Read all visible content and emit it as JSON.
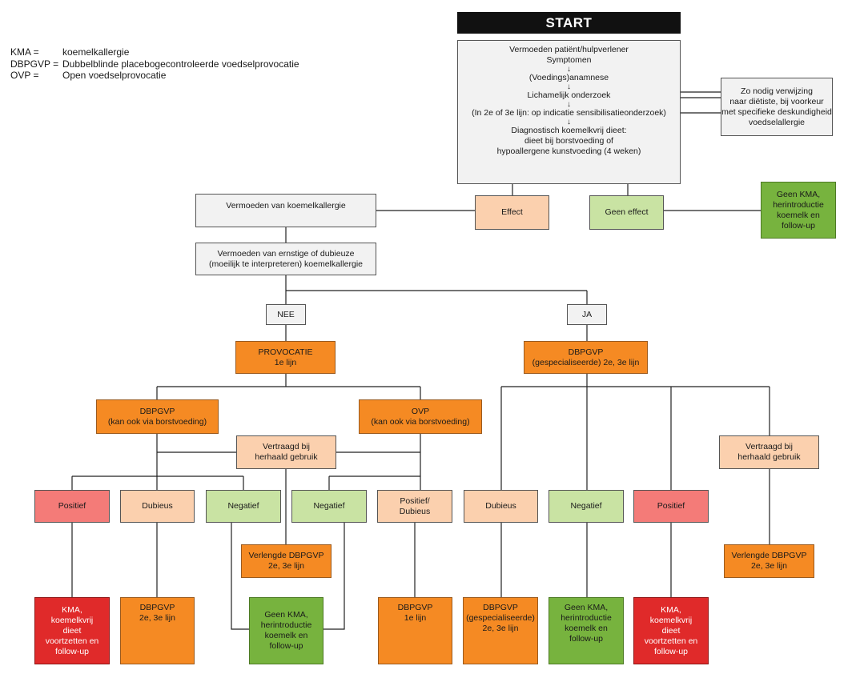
{
  "legend": [
    {
      "abbr": "KMA =",
      "desc": "koemelkallergie"
    },
    {
      "abbr": "DBPGVP =",
      "desc": "Dubbelblinde placebogecontroleerde voedselprovocatie"
    },
    {
      "abbr": "OVP =",
      "desc": "Open voedselprovocatie"
    }
  ],
  "start": {
    "title": "START",
    "lines": [
      "Vermoeden patiënt/hulpverlener",
      "Symptomen",
      "↓",
      "(Voedings)anamnese",
      "↓",
      "Lichamelijk onderzoek",
      "↓",
      "(In 2e of 3e lijn: op indicatie sensibilisatieonderzoek)",
      "↓",
      "Diagnostisch koemelkvrij dieet:",
      "dieet bij borstvoeding of",
      "hypoallergene kunstvoeding (4 weken)"
    ]
  },
  "dietist": [
    "Zo nodig verwijzing",
    "naar diëtiste, bij voorkeur",
    "met specifieke deskundigheid",
    "voedselallergie"
  ],
  "effect": "Effect",
  "geen_effect": "Geen effect",
  "geen_kma_top": [
    "Geen KMA,",
    "herintroductie",
    "koemelk en",
    "follow-up"
  ],
  "vermoeden": "Vermoeden van koemelkallergie",
  "ernstig": [
    "Vermoeden van ernstige of dubieuze",
    "(moeilijk te interpreteren) koemelkallergie"
  ],
  "nee": "NEE",
  "ja": "JA",
  "provocatie": [
    "PROVOCATIE",
    "1e lijn"
  ],
  "dbpgvp_spec": [
    "DBPGVP",
    "(gespecialiseerde) 2e, 3e lijn"
  ],
  "dbpgvp_left": [
    "DBPGVP",
    "(kan ook via borstvoeding)"
  ],
  "ovp": [
    "OVP",
    "(kan ook via borstvoeding)"
  ],
  "vertraagd_left": [
    "Vertraagd bij",
    "herhaald gebruik"
  ],
  "vertraagd_right": [
    "Vertraagd bij",
    "herhaald gebruik"
  ],
  "res": {
    "positief1": "Positief",
    "dubieus1": "Dubieus",
    "negatief1": "Negatief",
    "negatief2": "Negatief",
    "posdub": [
      "Positief/",
      "Dubieus"
    ],
    "dubieus2": "Dubieus",
    "negatief3": "Negatief",
    "positief2": "Positief"
  },
  "verlengde_left": [
    "Verlengde DBPGVP",
    "2e, 3e lijn"
  ],
  "verlengde_right": [
    "Verlengde DBPGVP",
    "2e, 3e lijn"
  ],
  "out": {
    "kma1": [
      "KMA,",
      "koemelkvrij",
      "dieet",
      "voortzetten en",
      "follow-up"
    ],
    "dbpgvp23": [
      "DBPGVP",
      "2e, 3e lijn"
    ],
    "geenkma1": [
      "Geen KMA,",
      "herintroductie",
      "koemelk en",
      "follow-up"
    ],
    "dbpgvp1": [
      "DBPGVP",
      "1e lijn"
    ],
    "dbpgvp_gesp": [
      "DBPGVP",
      "(gespecialiseerde)",
      "2e, 3e  lijn"
    ],
    "geenkma2": [
      "Geen KMA,",
      "herintroductie",
      "koemelk en",
      "follow-up"
    ],
    "kma2": [
      "KMA,",
      "koemelkvrij",
      "dieet",
      "voortzetten en",
      "follow-up"
    ]
  }
}
